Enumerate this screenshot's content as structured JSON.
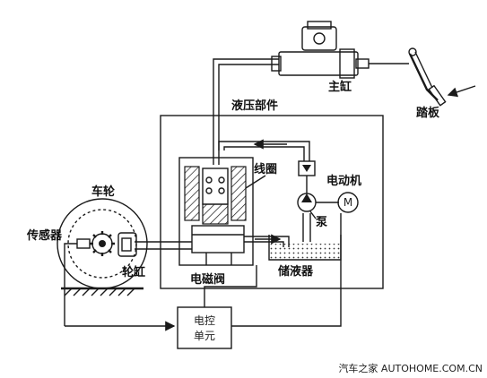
{
  "labels": {
    "master_cylinder": "主缸",
    "pedal": "踏板",
    "hydraulic_unit": "液压部件",
    "coil": "线圈",
    "motor": "电动机",
    "motor_symbol": "M",
    "pump": "泵",
    "wheel": "车轮",
    "sensor": "传感器",
    "wheel_cylinder": "轮缸",
    "solenoid_valve": "电磁阀",
    "reservoir": "储液器",
    "ecu_line1": "电控",
    "ecu_line2": "单元"
  },
  "watermark": "汽车之家 AUTOHOME.COM.CN"
}
